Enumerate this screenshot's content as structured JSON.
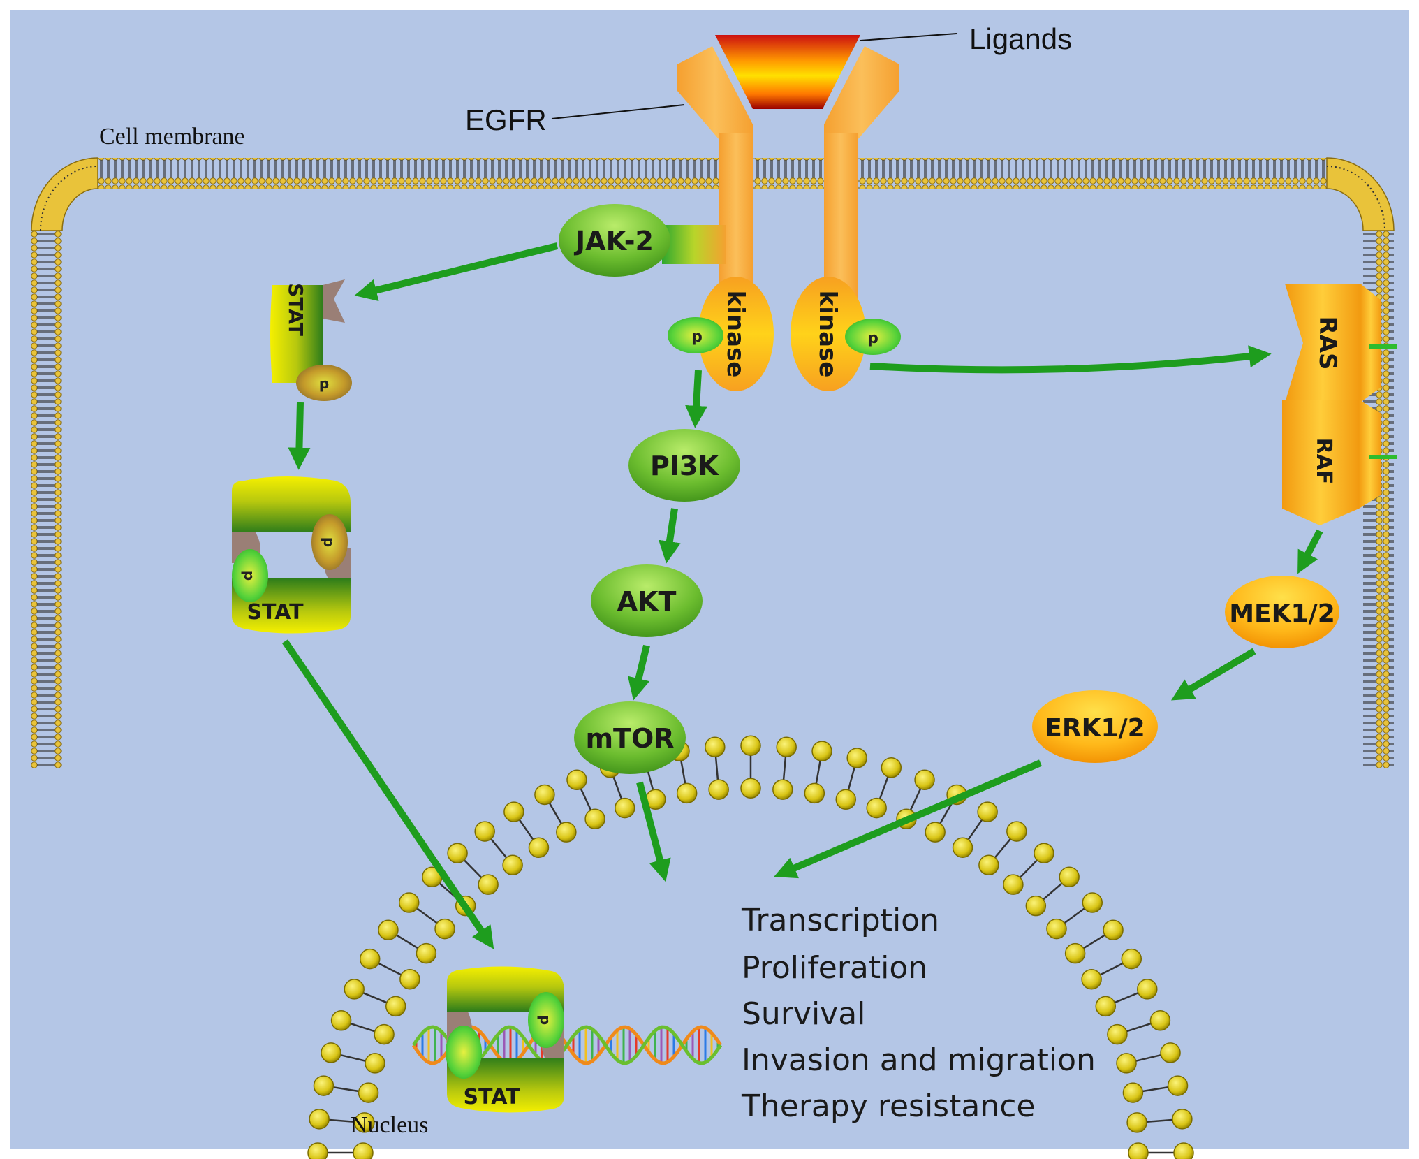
{
  "labels": {
    "ligands": "Ligands",
    "egfr": "EGFR",
    "cell_membrane": "Cell membrane",
    "nucleus": "Nucleus"
  },
  "nodes": {
    "jak2": "JAK-2",
    "kinase_left": "kinase",
    "kinase_right": "kinase",
    "phospho": "p",
    "stat": "STAT",
    "pi3k": "PI3K",
    "akt": "AKT",
    "mtor": "mTOR",
    "ras": "RAS",
    "raf": "RAF",
    "mek": "MEK1/2",
    "erk": "ERK1/2"
  },
  "outcomes": [
    "Transcription",
    "Proliferation",
    "Survival",
    "Invasion and migration",
    "Therapy resistance"
  ],
  "colors": {
    "background": "#b4c6e6",
    "arrow": "#1e9d1e",
    "egfr": "#f7a634",
    "lipid_head": "#e8d53a"
  }
}
